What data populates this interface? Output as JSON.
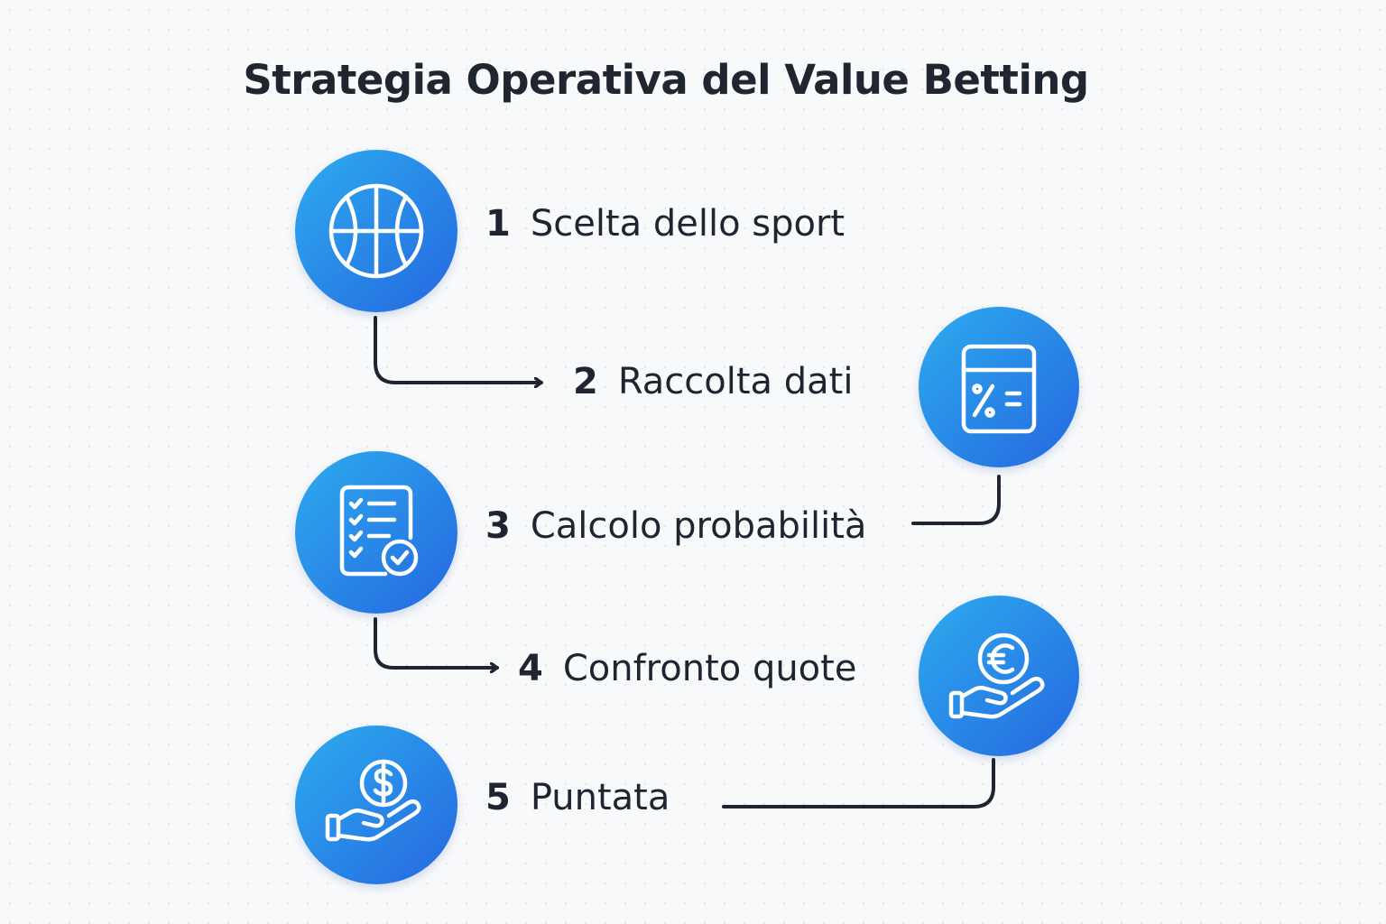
{
  "title": "Strategia Operativa del Value Betting",
  "steps": [
    {
      "number": "1",
      "label": "Scelta dello sport",
      "icon": "basketball-icon"
    },
    {
      "number": "2",
      "label": "Raccolta dati",
      "icon": "calculator-percent-icon"
    },
    {
      "number": "3",
      "label": "Calcolo probabilità",
      "icon": "checklist-document-icon"
    },
    {
      "number": "4",
      "label": "Confronto quote",
      "icon": "hand-euro-coin-icon"
    },
    {
      "number": "5",
      "label": "Puntata",
      "icon": "hand-dollar-coin-icon"
    }
  ],
  "colors": {
    "circle_gradient_start": "#2dacee",
    "circle_gradient_end": "#2567e0",
    "connector": "#1e2530",
    "text": "#1e2530"
  }
}
